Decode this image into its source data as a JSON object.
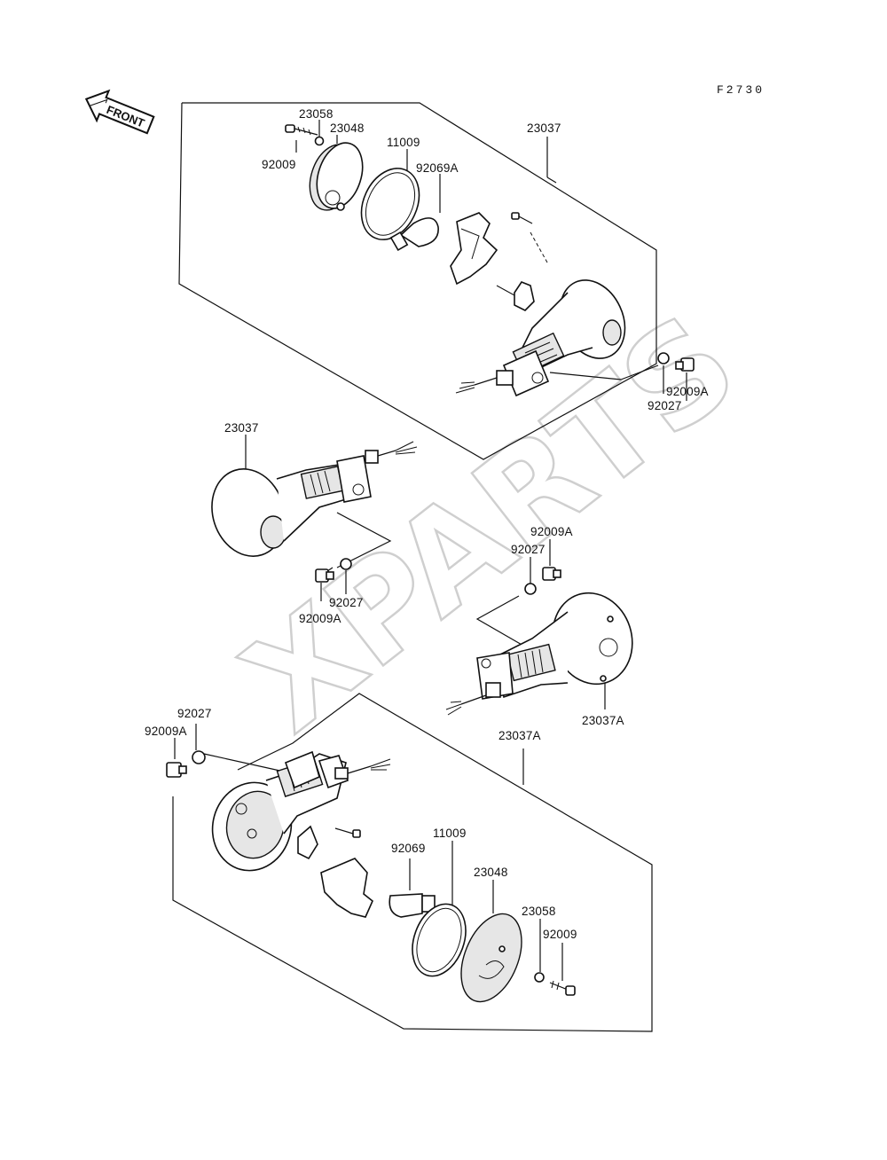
{
  "figure_code": "F2730",
  "front_label": "FRONT",
  "watermark": "XPARTS",
  "labels": {
    "top_assembly": "23037",
    "top_screw": "92009",
    "top_washer": "23058",
    "top_lens": "23048",
    "top_gasket": "11009",
    "top_bulb": "92069A",
    "top_mount_washer": "92027",
    "top_mount_bolt": "92009A",
    "mid_left_assembly": "23037",
    "mid_left_washer": "92027",
    "mid_left_bolt": "92009A",
    "mid_right_bolt": "92009A",
    "mid_right_washer": "92027",
    "mid_right_assembly": "23037A",
    "bottom_washer": "92027",
    "bottom_bolt": "92009A",
    "bottom_assembly": "23037A",
    "bottom_gasket": "11009",
    "bottom_bulb": "92069",
    "bottom_lens": "23048",
    "bottom_washer2": "23058",
    "bottom_screw": "92009"
  }
}
